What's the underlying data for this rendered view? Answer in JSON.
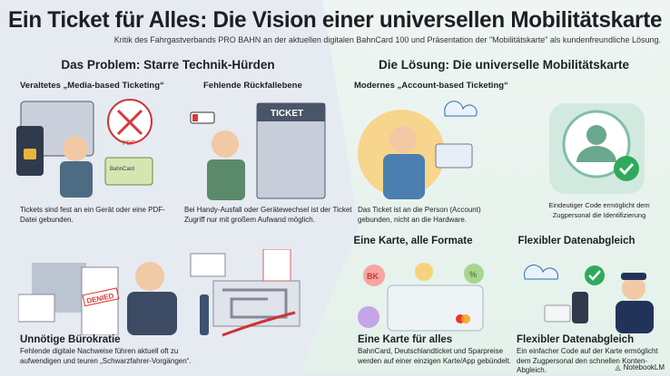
{
  "header": {
    "title": "Ein Ticket für Alles: Die Vision einer universellen Mobilitätskarte",
    "subtitle": "Kritik des Fahrgastverbands PRO BAHN an der aktuellen digitalen BahnCard 100 und Präsentation der \"Mobilitätskarte\" als kundenfreundliche Lösung."
  },
  "problem": {
    "heading": "Das Problem: Starre Technik-Hürden",
    "items": [
      {
        "title": "Veraltetes „Media-based Ticketing“",
        "caption": "Tickets sind fest an ein Gerät oder eine PDF-Datei gebunden.",
        "labels": [
          "PDF",
          "BahnCard"
        ]
      },
      {
        "title": "Fehlende Rückfallebene",
        "caption": "Bei Handy-Ausfall oder Gerätewechsel ist der Ticket Zugriff nur mit großem Aufwand möglich.",
        "labels": [
          "TICKET"
        ]
      },
      {
        "title": "Unnötige Bürokratie",
        "caption": "Fehlende digitale Nachweise führen aktuell oft zu aufwendigen und teuren „Schwarzfahrer-Vorgängen“.",
        "labels": [
          "DENIED"
        ]
      }
    ]
  },
  "solution": {
    "heading": "Die Lösung: Die universelle Mobilitätskarte",
    "items": [
      {
        "title": "Modernes „Account-based Ticketing“",
        "caption": "Das Ticket ist an die Person (Account) gebunden, nicht an die Hardware."
      },
      {
        "caption": "Eindeutiger Code ermöglicht dem Zugpersonal die Identifizierung"
      },
      {
        "heading": "Eine Karte, alle Formate",
        "title": "Eine Karte für alles",
        "caption": "BahnCard, Deutschlandticket und Sparpreise werden auf einer einzigen Karte/App gebündelt.",
        "labels": [
          "BK",
          "%"
        ]
      },
      {
        "heading": "Flexibler Datenabgleich",
        "title": "Flexibler Datenabgleich",
        "caption": "Ein einfacher Code auf der Karte ermöglicht dem Zugpersonal den schnellen Konten-Abgleich."
      }
    ]
  },
  "footer": {
    "brand": "NotebookLM"
  },
  "colors": {
    "problem_bg": "#e6eaf1",
    "solution_bg": "#e8f3ee",
    "accent_red": "#d9383a",
    "accent_green": "#2faa5a",
    "accent_blue": "#2b6cb0"
  }
}
